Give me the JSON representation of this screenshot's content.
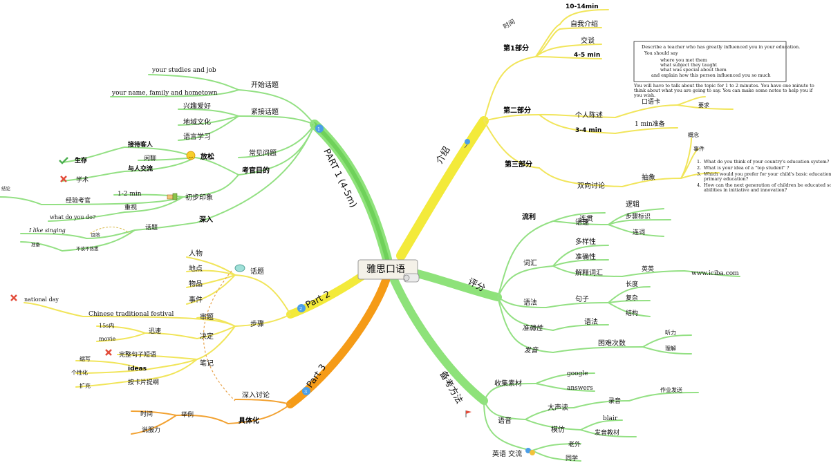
{
  "central": "雅思口语",
  "colors": {
    "green": "#8ee27a",
    "yellow": "#f3ea3a",
    "orange": "#f59b17",
    "deep_orange": "#f08a0c"
  },
  "branches": {
    "part1": {
      "title": "PART 1 (4-5m)",
      "badge": "1",
      "kaishi": {
        "label": "开始话题",
        "items": [
          "your studies and job",
          "your name, family and hometown"
        ]
      },
      "jinjie": {
        "label": "紧接话题",
        "items": [
          "兴趣爱好",
          "地域文化",
          "语言学习"
        ]
      },
      "changjian": "常见问题",
      "mudi": "考官目的",
      "fangsong": {
        "label": "放松",
        "jiedai": "接待客人",
        "xianliao": "闲聊",
        "yuren": "与人交流",
        "shengcun": "生存",
        "xueshu": "学术"
      },
      "chubu": {
        "label": "初步印象",
        "time": "1-2 min",
        "jingyan": "经验考官",
        "jielun": "结论",
        "zhongshi": "重视",
        "what": "what do you do?"
      },
      "shenru": {
        "label": "深入",
        "huati": "话题",
        "huida": "回答",
        "sing": "I like singing",
        "zhunbei": "准备",
        "buyan": "不谈不熟悉"
      }
    },
    "part2": {
      "title": "Part 2",
      "badge": "2",
      "huati": {
        "label": "话题",
        "items": [
          "人物",
          "地点",
          "物品",
          "事件"
        ]
      },
      "buzhou": {
        "label": "步骤",
        "shenti": "审题",
        "juedi": "决定",
        "biji": "笔记",
        "festival": "Chinese traditional festival",
        "nd": "national day",
        "xunsu": "迅速",
        "fifteen": "15s内",
        "movie": "movie"
      },
      "notes": {
        "wanzheng": "完整句子短语",
        "ideas": "ideas",
        "suoxie": "缩写",
        "gexinghua": "个性化",
        "kuochong": "扩充",
        "anka": "按卡片提纲"
      }
    },
    "part3": {
      "title": "Part 3",
      "badge": "3",
      "shenru": "深入讨论",
      "juti": {
        "label": "具体化",
        "juli": "举例",
        "shijian": "时间",
        "shuofu": "说服力"
      }
    },
    "intro": {
      "title": "介绍",
      "p1": {
        "label": "第1部分",
        "shijian": "时间",
        "time": "10-14min",
        "ziwo": "自我介绍",
        "jiaotan": "交谈",
        "dur": "4-5 min"
      },
      "p2": {
        "label": "第二部分",
        "chenshu": "个人陈述",
        "dur": "3-4 min",
        "prep": "1 min准备",
        "kouyuka": "口语卡",
        "yaoqiu": "要求"
      },
      "p3": {
        "label": "第三部分",
        "taolun": "双向讨论",
        "chouxiang": "抽象",
        "gainian": "概念",
        "shijian": "事件"
      },
      "card": {
        "line1": "Describe a teacher who has greatly influenced you in your education.",
        "line2": "You should say",
        "line3": "where you met them",
        "line4": "what subject they taught",
        "line5": "what was special about them",
        "line6": "and explain how this person influenced you so much",
        "note1": "You will have to talk about the topic for 1 to 2 minutes.   You have one minute to",
        "note2": "think about what you are going to say.  You can make some notes to help you if",
        "note3": "you wish."
      },
      "questions": [
        "What do you think of your country's education system?",
        "What is your idea of a \"top student\" ?",
        "Which would you prefer for your child's basic education--Chinese or western",
        "primary education?",
        "How can the next generation of children be educated so as to improve their",
        "abilities in initiative and innovation?"
      ],
      "qnums": [
        "1.",
        "2.",
        "3.",
        "4."
      ]
    },
    "score": {
      "title": "评分",
      "liuli": {
        "label": "流利",
        "yusu": "语速",
        "liangua": "连贯",
        "luoji": "逻辑",
        "buzhou": "步骤标识",
        "lianci": "连词"
      },
      "cihui": {
        "label": "词汇",
        "duoyang": "多样性",
        "zhunque": "准确性",
        "jieshi": "解释词汇",
        "yingying": "英英",
        "iciba": "www.iciba.com"
      },
      "yufa": {
        "label": "语法",
        "juzi": "句子",
        "changdu": "长度",
        "fuza": "复杂",
        "jiegou": "结构"
      },
      "zhunquexing": {
        "label": "准确性",
        "yufa": "语法"
      },
      "fayin": {
        "label": "发音",
        "kunnan": "困难次数",
        "tingli": "听力",
        "lijie": "理解"
      }
    },
    "method": {
      "title": "备考方法",
      "shouji": {
        "label": "收集素材",
        "google": "google",
        "answers": "answers"
      },
      "yuyin": {
        "label": "语音",
        "dasheng": "大声读",
        "luyin": "录音",
        "zuoye": "作业发送",
        "mofang": "模仿",
        "blair": "blair",
        "jiaocai": "发音教材"
      },
      "jiaoliu": {
        "label": "英语 交流",
        "laowai": "老外",
        "tongxue": "同学"
      }
    }
  }
}
